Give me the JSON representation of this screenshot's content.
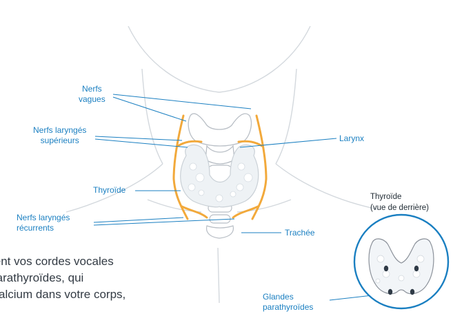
{
  "labels": {
    "vagus": [
      "Nerfs",
      "vagues"
    ],
    "superior_laryngeal": [
      "Nerfs laryngés",
      "supérieurs"
    ],
    "larynx": "Larynx",
    "thyroid": "Thyroïde",
    "recurrent_laryngeal": [
      "Nerfs laryngés",
      "récurrents"
    ],
    "trachea": "Trachée",
    "parathyroid": [
      "Glandes",
      "parathyroïdes"
    ]
  },
  "inset": {
    "title": [
      "Thyroïde",
      "(vue de derrière)"
    ]
  },
  "body_text": [
    "lent vos cordes vocales",
    "s parathyroïdes, qui",
    "alcium dans votre corps,"
  ],
  "colors": {
    "label_blue": "#1a7fc1",
    "nerve_orange": "#f2a93b",
    "outline_grey": "#c9ced4",
    "gland_outline": "#8a9099"
  }
}
